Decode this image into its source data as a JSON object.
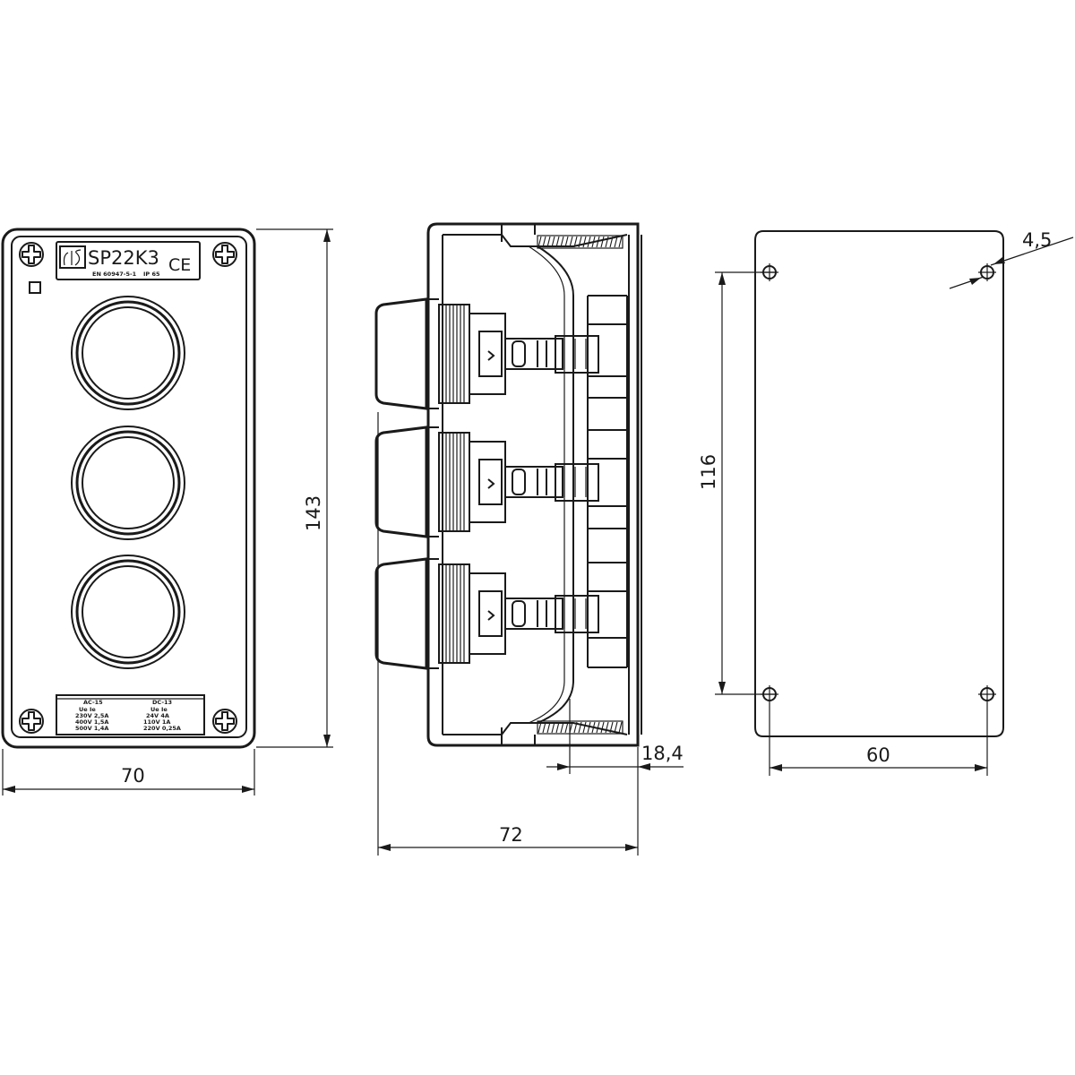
{
  "front_view": {
    "model": "SP22K3",
    "mark": "CE",
    "standard": "EN 60947-5-1",
    "ip_rating": "IP 65",
    "label": {
      "ac_header": "AC-15",
      "dc_header": "DC-13",
      "ac_rows": [
        "Ue  Ie",
        "230V  2,5A",
        "400V  1,5A",
        "500V  1,4A"
      ],
      "dc_rows": [
        "Ue  Ie",
        "24V  4A",
        "110V  1A",
        "220V  0,25A"
      ]
    }
  },
  "dimensions": {
    "front_width": "70",
    "front_height": "143",
    "side_depth": "72",
    "side_offset": "18,4",
    "back_hole_vertical": "116",
    "back_hole_horizontal": "60",
    "hole_diameter": "4,5"
  }
}
